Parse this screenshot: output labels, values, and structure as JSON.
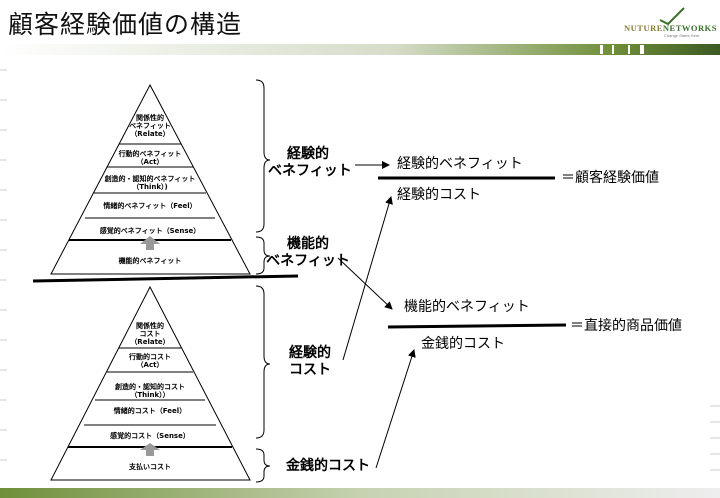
{
  "title": "顧客経験価値の構造",
  "logo": {
    "text_a": "NUTURE",
    "text_b": "NETWORKS",
    "tagline": "Change Starts Here"
  },
  "benefit_pyramid": {
    "level1": {
      "line1": "関係性的",
      "line2": "ベネフィット",
      "line3": "（Relate）"
    },
    "level2": {
      "line1": "行動的ベネフィット",
      "line2": "（Act）"
    },
    "level3": {
      "line1": "創造的・認知的ベネフィット",
      "line2": "（Think）)"
    },
    "level4": "情緒的ベネフィット（Feel）",
    "level5": "感覚的ベネフィット（Sense）",
    "base": "機能的ベネフィット"
  },
  "cost_pyramid": {
    "level1": {
      "line1": "関係性的",
      "line2": "コスト",
      "line3": "（Relate）"
    },
    "level2": {
      "line1": "行動的コスト",
      "line2": "（Act）"
    },
    "level3": {
      "line1": "創造的・認知的コスト",
      "line2": "（Think））"
    },
    "level4": "情緒的コスト（Feel）",
    "level5": "感覚的コスト（Sense）",
    "base": "支払いコスト"
  },
  "brace_labels": {
    "experiential_benefit": {
      "line1": "経験的",
      "line2": "ベネフィット"
    },
    "functional_benefit": {
      "line1": "機能的",
      "line2": "ベネフィット"
    },
    "experiential_cost": {
      "line1": "経験的",
      "line2": "コスト"
    },
    "monetary_cost": "金銭的コスト"
  },
  "equations": {
    "customer": {
      "numerator": "経験的ベネフィット",
      "denominator": "経験的コスト",
      "result": "＝顧客経験価値"
    },
    "direct": {
      "numerator": "機能的ベネフィット",
      "denominator": "金銭的コスト",
      "result": "＝直接的商品価値"
    }
  },
  "colors": {
    "logo_green": "#3a6f2a",
    "logo_gold": "#8a7a3a",
    "bar_green": "#6f8f3a",
    "arrow_gray": "#9a9a9a"
  }
}
